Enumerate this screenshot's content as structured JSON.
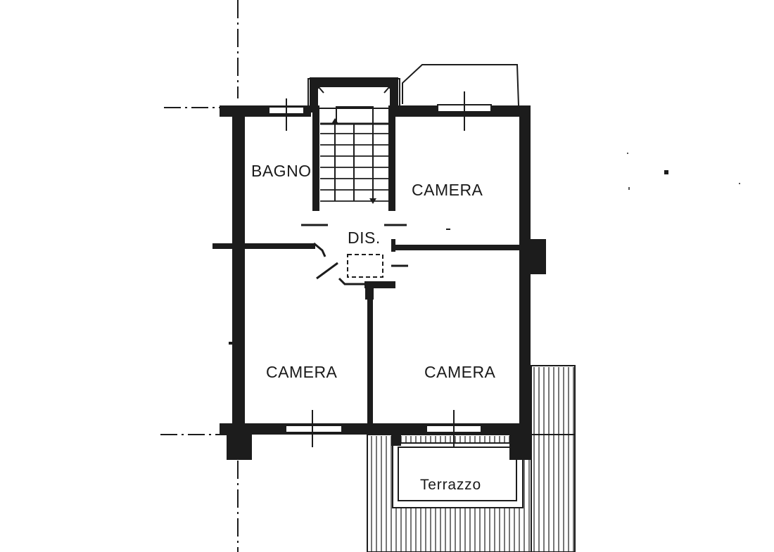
{
  "plan": {
    "rooms": {
      "bathroom": "BAGNO",
      "bedroom_top_right": "CAMERA",
      "hallway": "DIS.",
      "bedroom_bottom_left": "CAMERA",
      "bedroom_bottom_right": "CAMERA"
    },
    "terrace": "Terrazzo"
  }
}
